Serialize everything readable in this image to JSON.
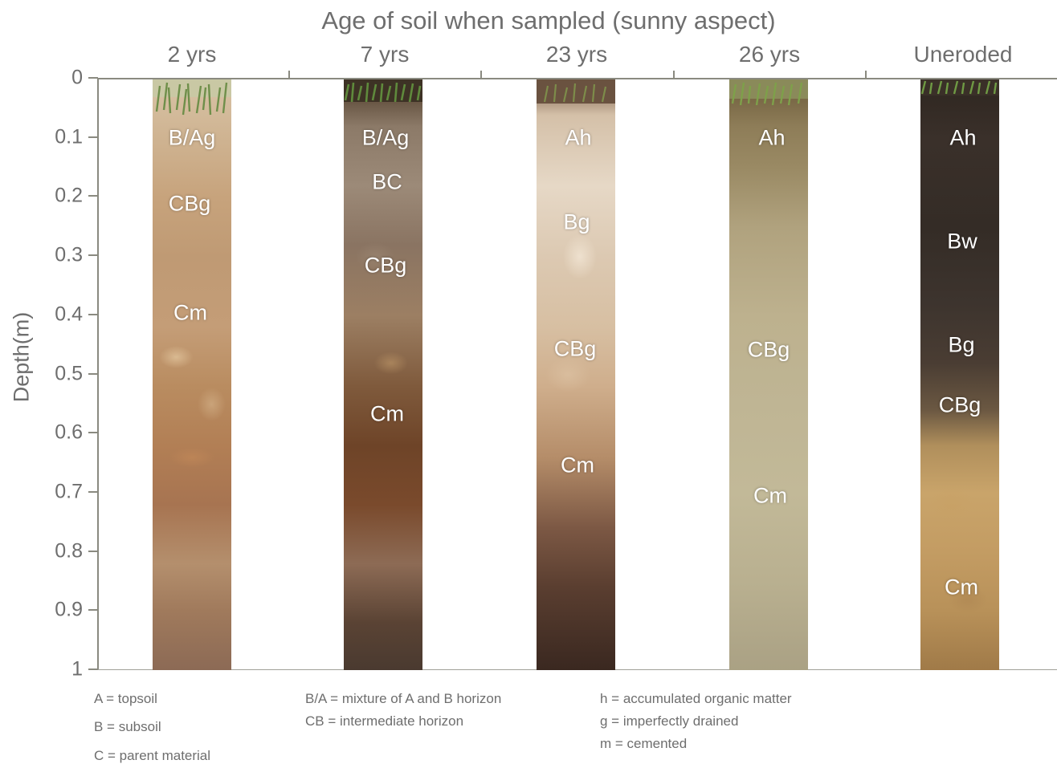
{
  "title": "Age of soil when sampled (sunny aspect)",
  "y_axis": {
    "label": "Depth(m)",
    "ticks": [
      "0",
      "0.1",
      "0.2",
      "0.3",
      "0.4",
      "0.5",
      "0.6",
      "0.7",
      "0.8",
      "0.9",
      "1"
    ]
  },
  "profiles": [
    {
      "label": "2 yrs",
      "horizons": [
        "B/Ag",
        "CBg",
        "Cm"
      ]
    },
    {
      "label": "7 yrs",
      "horizons": [
        "B/Ag",
        "BC",
        "CBg",
        "Cm"
      ]
    },
    {
      "label": "23 yrs",
      "horizons": [
        "Ah",
        "Bg",
        "CBg",
        "Cm"
      ]
    },
    {
      "label": "26 yrs",
      "horizons": [
        "Ah",
        "CBg",
        "Cm"
      ]
    },
    {
      "label": "Uneroded",
      "horizons": [
        "Ah",
        "Bw",
        "Bg",
        "CBg",
        "Cm"
      ]
    }
  ],
  "legend": [
    [
      "A = topsoil",
      "B = subsoil",
      "C = parent material"
    ],
    [
      "B/A = mixture of A and B horizon",
      "CB = intermediate horizon"
    ],
    [
      "h = accumulated organic matter",
      "g = imperfectly drained",
      "m = cemented"
    ]
  ]
}
